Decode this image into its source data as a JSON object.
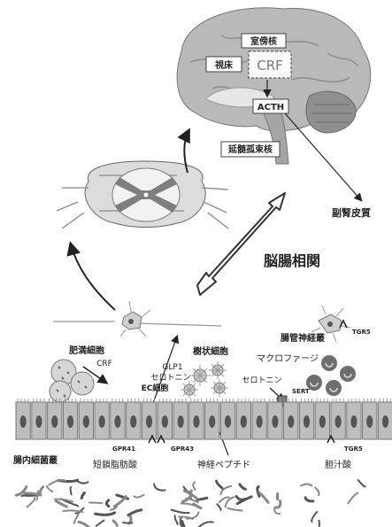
{
  "labels": {
    "paraventricular": "室傍核",
    "thalamus": "視床",
    "crf_brain": "CRF",
    "acth": "ACTH",
    "nts": "延髄孤束核",
    "adrenal_cortex": "副腎皮質",
    "brain_gut": "脳腸相関",
    "mast_cell": "肥満細胞",
    "crf_gut": "CRF",
    "glp1": "GLP1",
    "serotonin_ec": "セロトニン",
    "dendritic_cell": "樹状細胞",
    "enteric_plexus": "腸管神経叢",
    "tgr5_top": "TGR5",
    "macrophage": "マクロファージ",
    "serotonin_right": "セロトニン",
    "sert": "SERT",
    "ec_cell": "EC細胞",
    "gpr41": "GPR41",
    "gpr43": "GPR43",
    "tgr5_bottom": "TGR5",
    "gut_bacteria": "腸内細菌叢",
    "scfa": "短鎖脂肪酸",
    "neuropeptide": "神経ペプチド",
    "bile_acid": "胆汁酸"
  },
  "colors": {
    "brain": "#b8b8b8",
    "cerebellum": "#8f8f8f",
    "epithelium": "#bdbdbd",
    "nucleus": "#555555",
    "arrow": "#222222"
  }
}
